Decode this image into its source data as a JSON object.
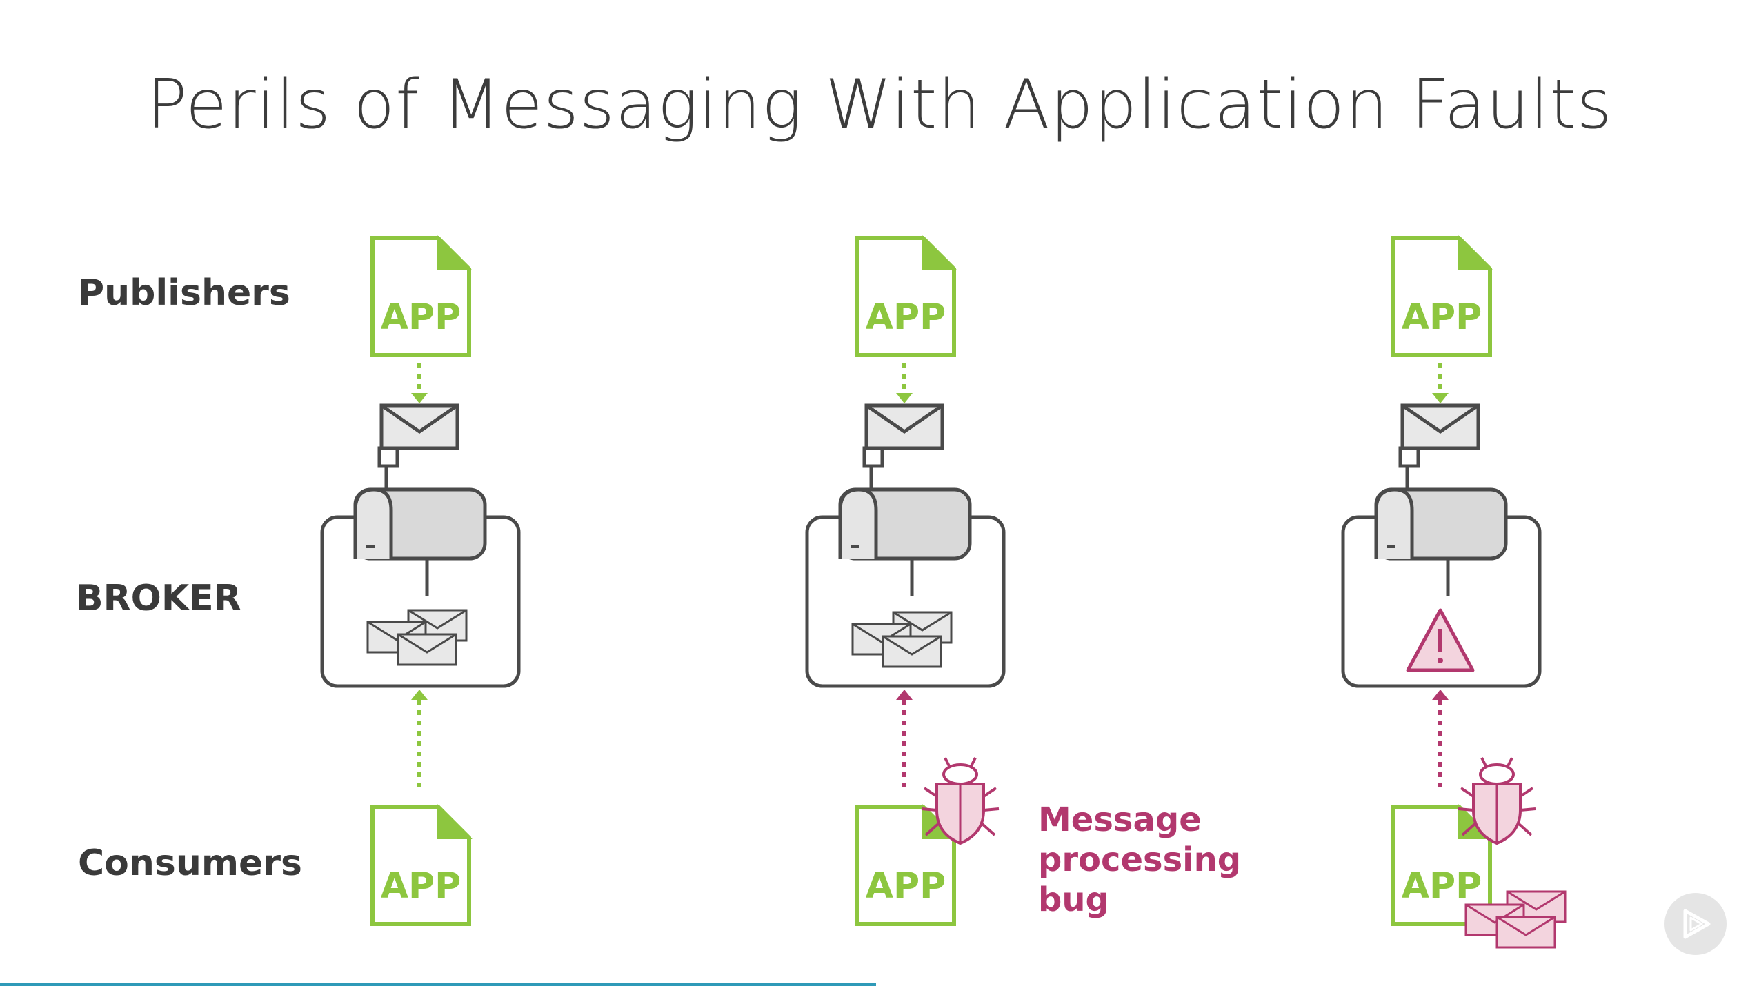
{
  "slide": {
    "title": "Perils of Messaging With Application Faults",
    "rows": {
      "publishers": "Publishers",
      "broker": "BROKER",
      "consumers": "Consumers"
    },
    "bug_label": [
      "Message",
      "processing",
      "bug"
    ],
    "app_text": "APP"
  },
  "colors": {
    "green": "#8dc63f",
    "magenta": "#b2386e",
    "gray": "#4a4a4a",
    "envelope_fill": "#e8e8e8",
    "warning_fill": "#f3d4de"
  },
  "icons": [
    "app-document-icon",
    "envelope-icon",
    "mailbox-icon",
    "bug-icon",
    "warning-triangle-icon",
    "envelope-stack-icon",
    "play-icon"
  ],
  "scenarios": [
    {
      "name": "healthy",
      "consumer_status": "ok",
      "broker_state": "queued-messages"
    },
    {
      "name": "processing-bug",
      "consumer_status": "bug",
      "broker_state": "queued-messages"
    },
    {
      "name": "broker-fault",
      "consumer_status": "bug",
      "broker_state": "warning"
    }
  ],
  "player": {
    "progress_fraction": 0.5
  }
}
